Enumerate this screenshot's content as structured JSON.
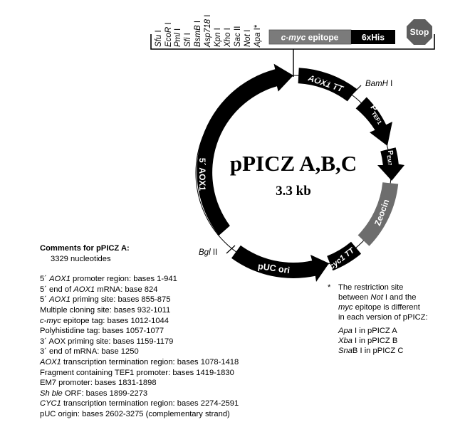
{
  "plasmid": {
    "name": "pPICZ A,B,C",
    "size": "3.3 kb"
  },
  "mcs": {
    "sites": [
      "Sfu I",
      "EcoR I",
      "Pml I",
      "Sfi I",
      "BsmB I",
      "Asp718 I",
      "Kpn I",
      "Xho I",
      "Sac II",
      "Not I",
      "Apa I*"
    ],
    "sites_italic_part": [
      "Sfu",
      "EcoR",
      "Pml",
      "Sfi",
      "BsmB",
      "Asp718",
      "Kpn",
      "Xho",
      "Sac",
      "Not",
      "Apa"
    ],
    "sites_roman_part": [
      " I",
      " I",
      " I",
      " I",
      " I",
      " I",
      " I",
      " I",
      " II",
      " I",
      " I*"
    ],
    "epitope_label_italic": "c-myc",
    "epitope_label_rest": " epitope",
    "his_tag_label": "6xHis",
    "stop_label": "Stop"
  },
  "features": [
    {
      "id": "aox1-5",
      "label": "5´ AOX1",
      "color": "#000000"
    },
    {
      "id": "aox1-tt",
      "label": "AOX1 TT",
      "color": "#000000"
    },
    {
      "id": "p-tef1",
      "label": "PTEF1",
      "color": "#000000"
    },
    {
      "id": "p-em7",
      "label": "PEM7",
      "color": "#000000"
    },
    {
      "id": "zeocin",
      "label": "Zeocin",
      "color": "#6d6d6d"
    },
    {
      "id": "cyc1-tt",
      "label": "cyc1 TT",
      "color": "#000000"
    },
    {
      "id": "puc-ori",
      "label": "pUC ori",
      "color": "#000000"
    }
  ],
  "sites": {
    "bamh1_italic": "BamH",
    "bamh1_rest": " I",
    "bgl2_italic": "Bgl",
    "bgl2_rest": " II"
  },
  "comments": {
    "title": "Comments for pPICZ A:",
    "nucleotides": "3329 nucleotides",
    "lines": [
      {
        "pre": "5´ ",
        "italic": "AOX1",
        "post": " promoter region:  bases 1-941"
      },
      {
        "pre": "5´ end of ",
        "italic": "AOX1",
        "post": " mRNA:  base 824"
      },
      {
        "pre": "5´ ",
        "italic": "AOX1",
        "post": " priming site:  bases 855-875"
      },
      {
        "pre": "Multiple cloning site:  bases 932-1011",
        "italic": "",
        "post": ""
      },
      {
        "pre": "",
        "italic": "c-myc",
        "post": " epitope tag:  bases 1012-1044"
      },
      {
        "pre": "Polyhistidine tag:  bases 1057-1077",
        "italic": "",
        "post": ""
      },
      {
        "pre": "3´ AOX priming site:  bases 1159-1179",
        "italic": "",
        "post": ""
      },
      {
        "pre": "3´ end of mRNA:  base 1250",
        "italic": "",
        "post": ""
      },
      {
        "pre": "",
        "italic": "AOX1",
        "post": " transcription termination region:  bases 1078-1418"
      },
      {
        "pre": "Fragment containing TEF1 promoter:  bases 1419-1830",
        "italic": "",
        "post": ""
      },
      {
        "pre": "EM7 promoter:  bases 1831-1898",
        "italic": "",
        "post": ""
      },
      {
        "pre": "",
        "italic": "Sh ble",
        "post": " ORF:  bases 1899-2273"
      },
      {
        "pre": "",
        "italic": "CYC1",
        "post": " transcription termination region:  bases 2274-2591"
      },
      {
        "pre": "pUC origin:  bases 2602-3275 (complementary strand)",
        "italic": "",
        "post": ""
      }
    ]
  },
  "note": {
    "star": "*",
    "l1": "The restriction site",
    "l2a": "between ",
    "l2i": "Not",
    "l2b": " I and the",
    "l3i": "myc",
    "l3b": " epitope is different",
    "l4": "in each version of pPICZ:",
    "variants": [
      {
        "italic": "Apa",
        "rest": " I in pPICZ A"
      },
      {
        "italic": "Xba",
        "rest": " I in pPICZ B"
      },
      {
        "italic": "Sna",
        "rest": "B I in pPICZ C"
      }
    ]
  }
}
